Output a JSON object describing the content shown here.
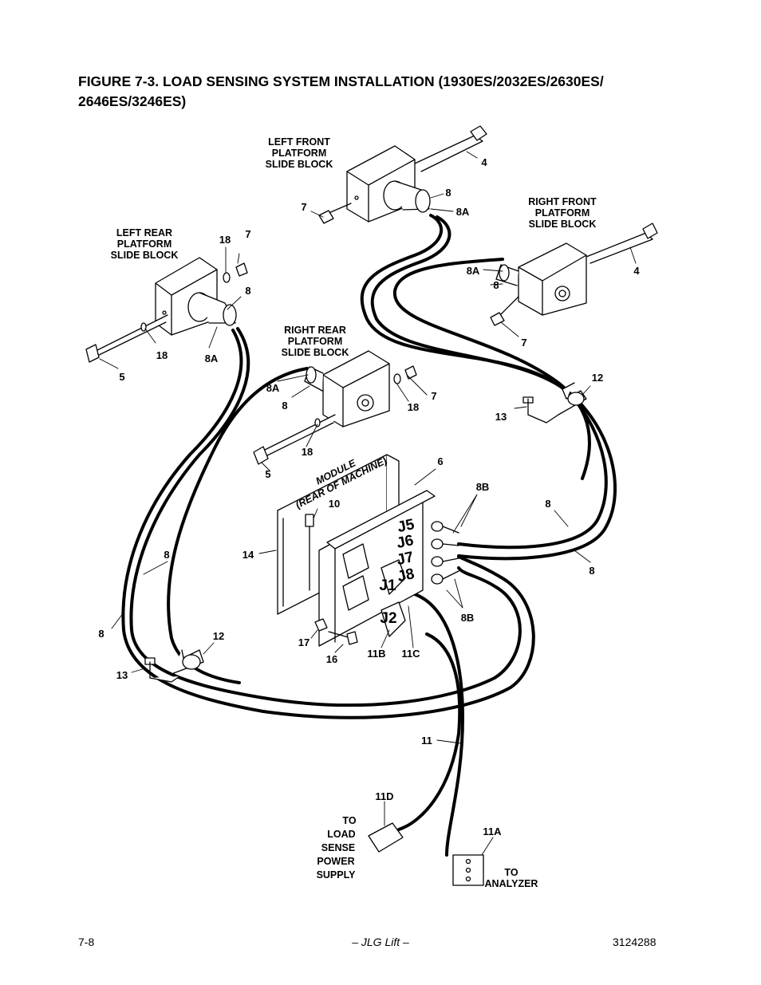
{
  "title": "FIGURE 7-3.    LOAD SENSING SYSTEM INSTALLATION (1930ES/2032ES/2630ES/ 2646ES/3246ES)",
  "callouts": {
    "lf_block": [
      "LEFT FRONT",
      "PLATFORM",
      "SLIDE BLOCK"
    ],
    "rf_block": [
      "RIGHT FRONT",
      "PLATFORM",
      "SLIDE BLOCK"
    ],
    "lr_block": [
      "LEFT REAR",
      "PLATFORM",
      "SLIDE BLOCK"
    ],
    "rr_block": [
      "RIGHT REAR",
      "PLATFORM",
      "SLIDE BLOCK"
    ],
    "module": [
      "MODULE",
      "(REAR OF MACHINE)"
    ],
    "power_supply": [
      "TO",
      "LOAD",
      "SENSE",
      "POWER",
      "SUPPLY"
    ],
    "analyzer": [
      "TO",
      "ANALYZER"
    ],
    "jacks": [
      "J5",
      "J6",
      "J7",
      "J8"
    ],
    "j1": "J1",
    "j2": "J2"
  },
  "part_numbers": {
    "lf_4": "4",
    "lf_7": "7",
    "lf_8": "8",
    "lf_8a": "8A",
    "rf_4": "4",
    "rf_8a": "8A",
    "rf_8": "8",
    "rf_7": "7",
    "lr_18a": "18",
    "lr_7": "7",
    "lr_8": "8",
    "lr_18b": "18",
    "lr_8a": "8A",
    "lr_5": "5",
    "rr_8a": "8A",
    "rr_8": "8",
    "rr_7": "7",
    "rr_18a": "18",
    "rr_18b": "18",
    "rr_5": "5",
    "clamp_r_12": "12",
    "clamp_r_13": "13",
    "mod_6": "6",
    "mod_8b_top": "8B",
    "mod_10": "10",
    "mod_14": "14",
    "cable_8_r1": "8",
    "cable_8_r2": "8",
    "cable_8_l1": "8",
    "cable_8_l2": "8",
    "mod_8b_bot": "8B",
    "clamp_l_12": "12",
    "clamp_l_13": "13",
    "mod_17": "17",
    "mod_16": "16",
    "mod_11b": "11B",
    "mod_11c": "11C",
    "cable_11": "11",
    "cable_11d": "11D",
    "cable_11a": "11A"
  },
  "footer": {
    "left": "7-8",
    "center": "– JLG Lift –",
    "right": "3124288"
  }
}
